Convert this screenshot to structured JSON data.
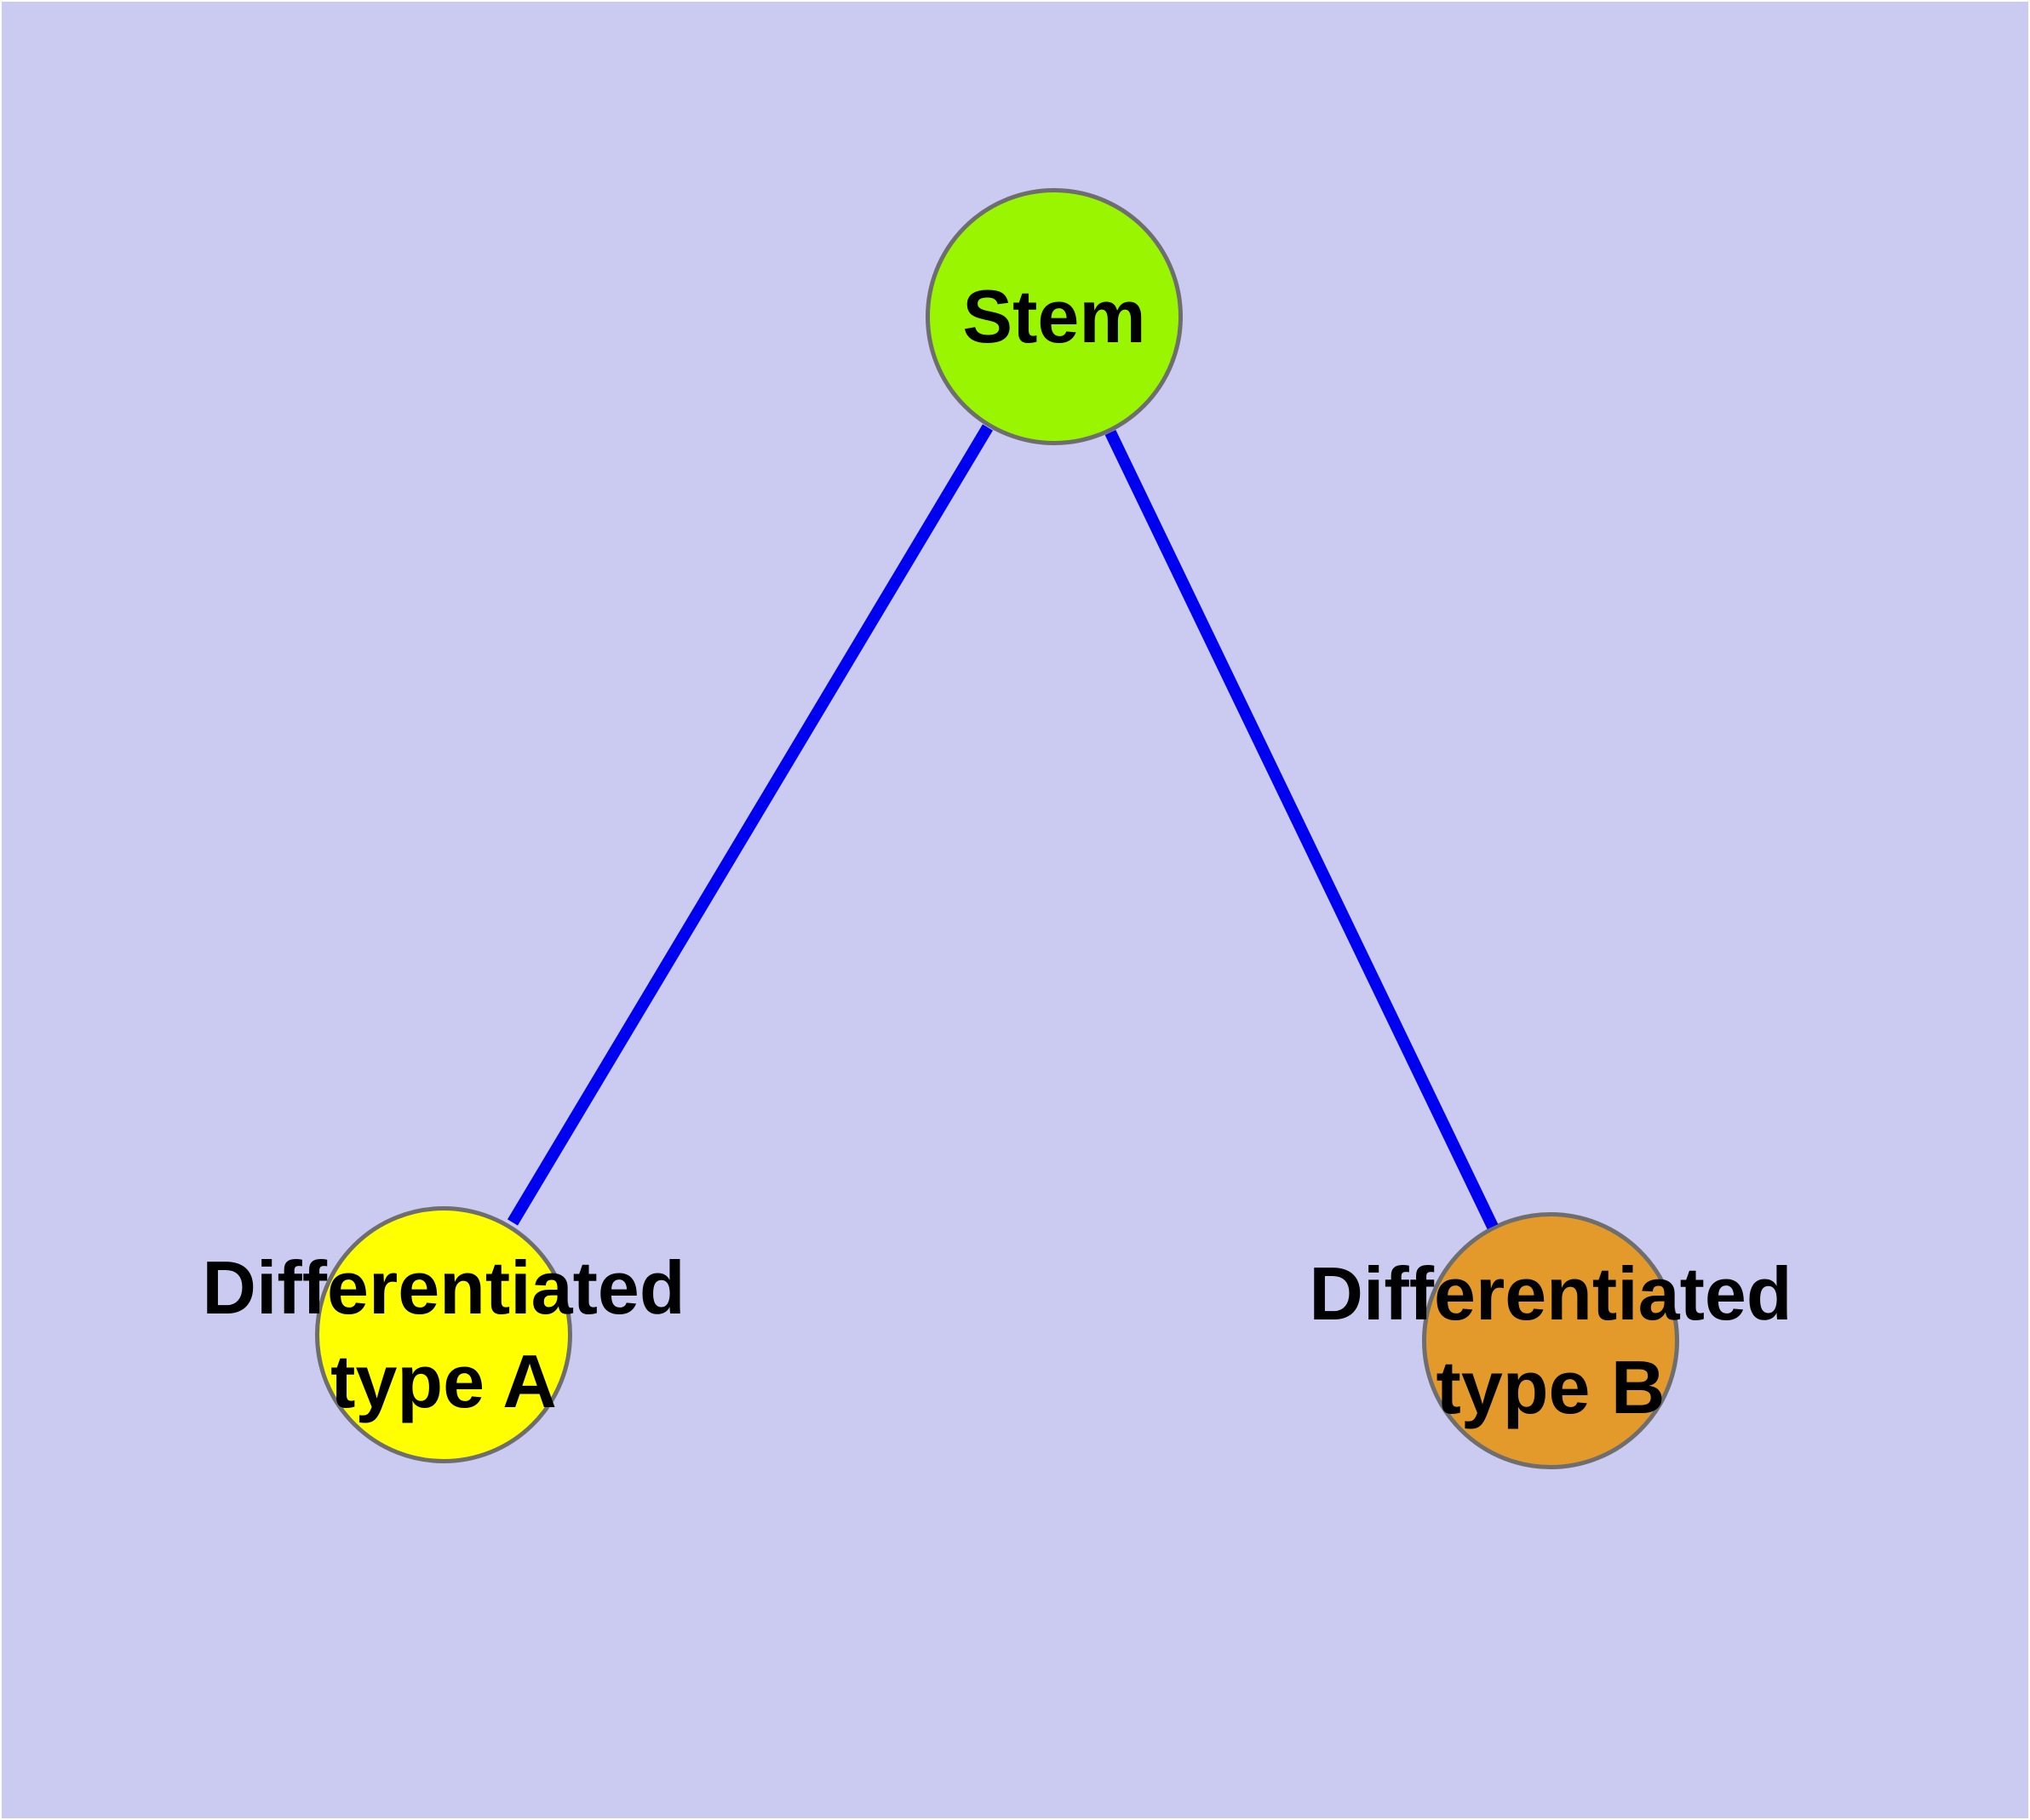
{
  "graph": {
    "type": "node-link-diagram",
    "background_color": "#CBCBF2",
    "frame_color": "#FFFFFF",
    "edge_color": "#0000F0",
    "node_border_color": "#6E6E6E",
    "label_color": "#000000",
    "nodes": [
      {
        "id": "stem",
        "label": "Stem",
        "lines": [
          "Stem"
        ],
        "fill": "#99F500"
      },
      {
        "id": "differentiated-type-a",
        "label": "Differentiated type A",
        "lines": [
          "Differentiated",
          "type A"
        ],
        "fill": "#FFFF00"
      },
      {
        "id": "differentiated-type-b",
        "label": "Differentiated type B",
        "lines": [
          "Differentiated",
          "type B"
        ],
        "fill": "#E39A2B"
      }
    ],
    "edges": [
      {
        "from": "stem",
        "to": "differentiated-type-a"
      },
      {
        "from": "stem",
        "to": "differentiated-type-b"
      }
    ]
  }
}
